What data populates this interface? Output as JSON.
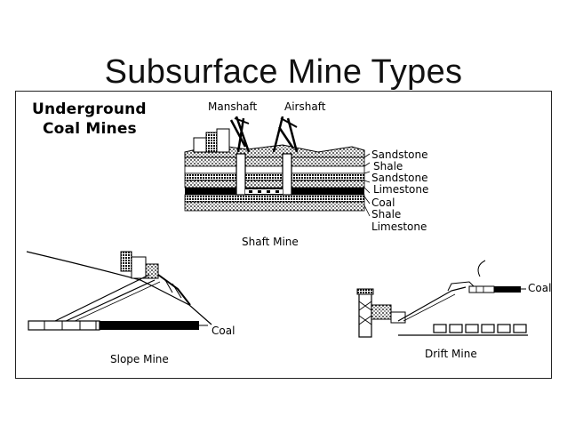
{
  "slide": {
    "title": "Subsurface Mine Types"
  },
  "figure": {
    "heading_line1": "Underground",
    "heading_line2": "Coal Mines",
    "shaft": {
      "manshaft": "Manshaft",
      "airshaft": "Airshaft",
      "strata": [
        "Sandstone",
        "Shale",
        "Sandstone",
        "Limestone",
        "Coal",
        "Shale",
        "Limestone"
      ],
      "caption": "Shaft Mine"
    },
    "slope": {
      "coal": "Coal",
      "caption": "Slope Mine"
    },
    "drift": {
      "coal": "Coal",
      "caption": "Drift Mine"
    }
  }
}
